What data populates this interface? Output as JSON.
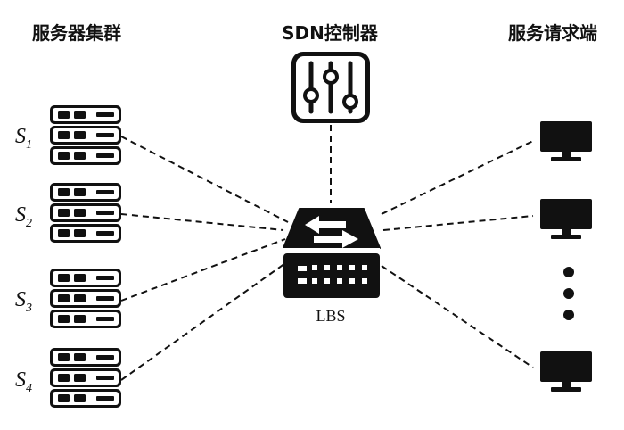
{
  "headings": {
    "server_cluster": "服务器集群",
    "controller": "SDN控制器",
    "clients": "服务请求端"
  },
  "servers": [
    {
      "letter": "S",
      "subscript": "1"
    },
    {
      "letter": "S",
      "subscript": "2"
    },
    {
      "letter": "S",
      "subscript": "3"
    },
    {
      "letter": "S",
      "subscript": "4"
    }
  ],
  "lbs": {
    "label": "LBS"
  },
  "icons": {
    "server": "server-rack-icon",
    "controller": "sliders-control-icon",
    "switch": "network-switch-icon",
    "client": "desktop-monitor-icon",
    "ellipsis": "vertical-ellipsis-icon"
  },
  "colors": {
    "ink": "#111111",
    "background": "#ffffff"
  }
}
